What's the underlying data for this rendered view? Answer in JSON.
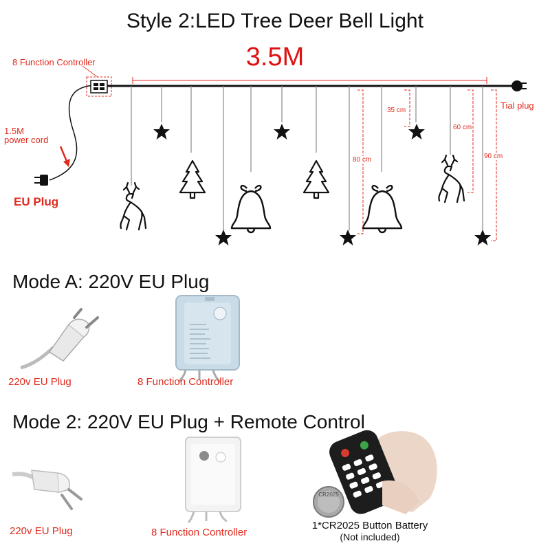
{
  "header": {
    "title": "Style 2:LED Tree Deer  Bell Light",
    "length": "3.5M"
  },
  "diagram": {
    "controller_label": "8 Function Controller",
    "cord_label_line1": "1.5M",
    "cord_label_line2": "power cord",
    "plug_label": "EU Plug",
    "tail_label": "Tial plug",
    "dim_35": "35 cm",
    "dim_60": "60 cm",
    "dim_80": "80 cm",
    "dim_90": "90 cm",
    "colors": {
      "accent": "#e02a1e",
      "ink": "#111111"
    },
    "pendants": [
      "deer-icon",
      "star-icon",
      "tree-icon",
      "star-icon",
      "bell-icon",
      "star-icon",
      "tree-icon",
      "star-icon",
      "bell-icon",
      "star-icon",
      "deer-icon",
      "star-icon"
    ]
  },
  "mode_a": {
    "heading": "Mode A: 220V EU Plug",
    "plug_caption": "220v EU Plug",
    "controller_caption": "8 Function Controller"
  },
  "mode_2": {
    "heading": "Mode 2: 220V EU Plug + Remote Control",
    "plug_caption": "220v EU Plug",
    "controller_caption": "8 Function Controller",
    "battery_caption_line1": "1*CR2025 Button Battery",
    "battery_caption_line2": "(Not included)",
    "battery_print": "CR2025"
  }
}
